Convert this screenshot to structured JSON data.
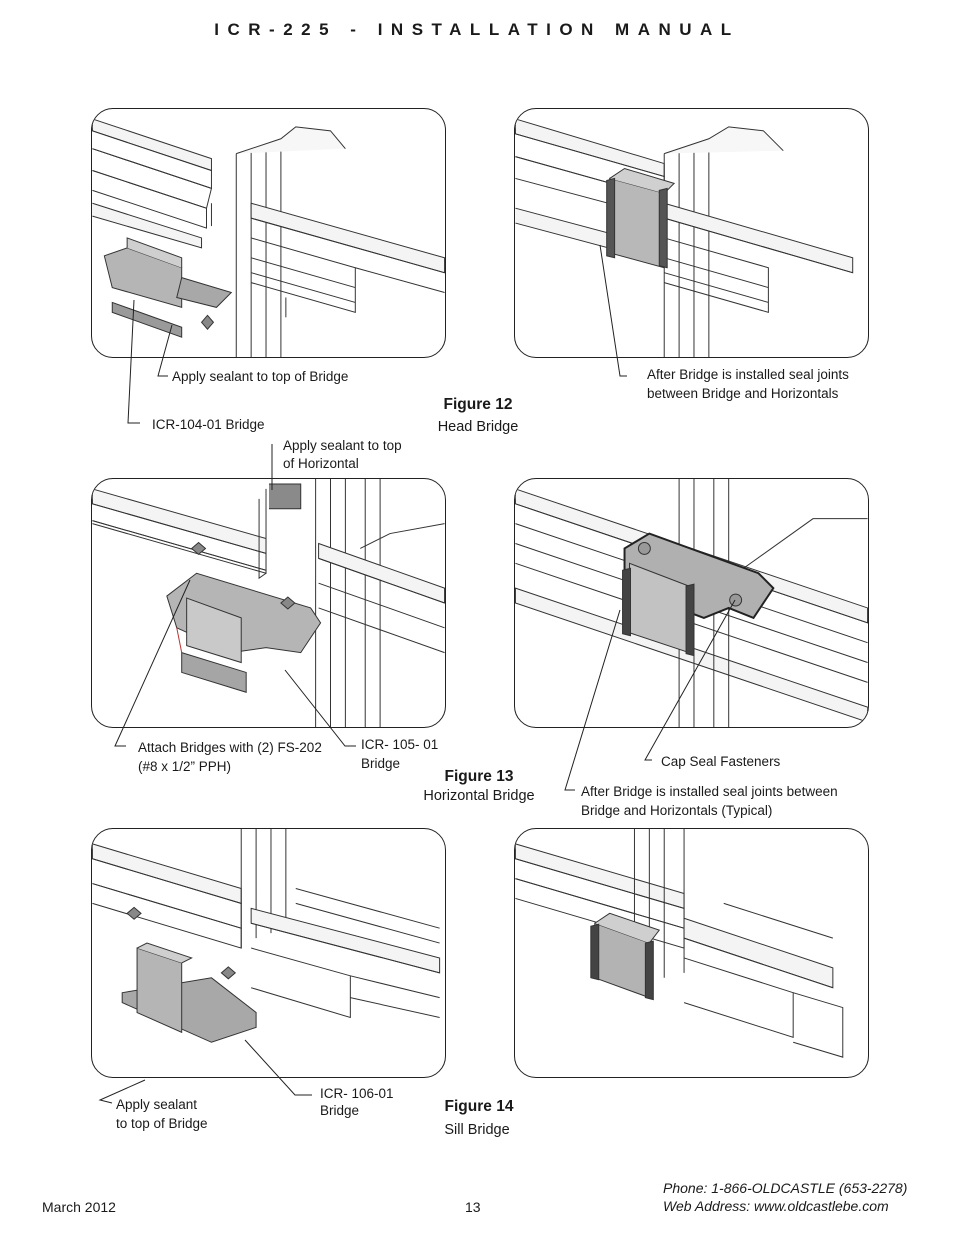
{
  "header": {
    "title": "ICR-225 - INSTALLATION MANUAL"
  },
  "figures": [
    {
      "number": "Figure 12",
      "caption": "Head Bridge",
      "callouts": {
        "sealant_top_of_bridge": "Apply sealant to top of Bridge",
        "part_label": "ICR-104-01 Bridge",
        "seal_joints_line1": "After Bridge is installed seal joints",
        "seal_joints_line2": "between Bridge and Horizontals"
      }
    },
    {
      "number": "Figure 13",
      "caption": "Horizontal Bridge",
      "callouts": {
        "sealant_top_horizontal_line1": "Apply sealant to top",
        "sealant_top_horizontal_line2": "of Horizontal",
        "attach_line1": "Attach Bridges with (2) FS-202",
        "attach_line2": "(#8 x 1/2” PPH)",
        "part_label_line1": "ICR- 105- 01",
        "part_label_line2": "Bridge",
        "cap_seal": "Cap Seal Fasteners",
        "seal_joints_line1": "After Bridge is installed seal joints between",
        "seal_joints_line2": "Bridge and Horizontals (Typical)"
      }
    },
    {
      "number": "Figure 14",
      "caption": "Sill Bridge",
      "callouts": {
        "sealant_line1": "Apply sealant",
        "sealant_line2": "to top of Bridge",
        "part_label_line1": "ICR- 106-01",
        "part_label_line2": "Bridge"
      }
    }
  ],
  "footer": {
    "date": "March 2012",
    "page_number": "13",
    "phone": "Phone: 1-866-OLDCASTLE (653-2278)",
    "web": "Web Address: www.oldcastlebe.com"
  }
}
